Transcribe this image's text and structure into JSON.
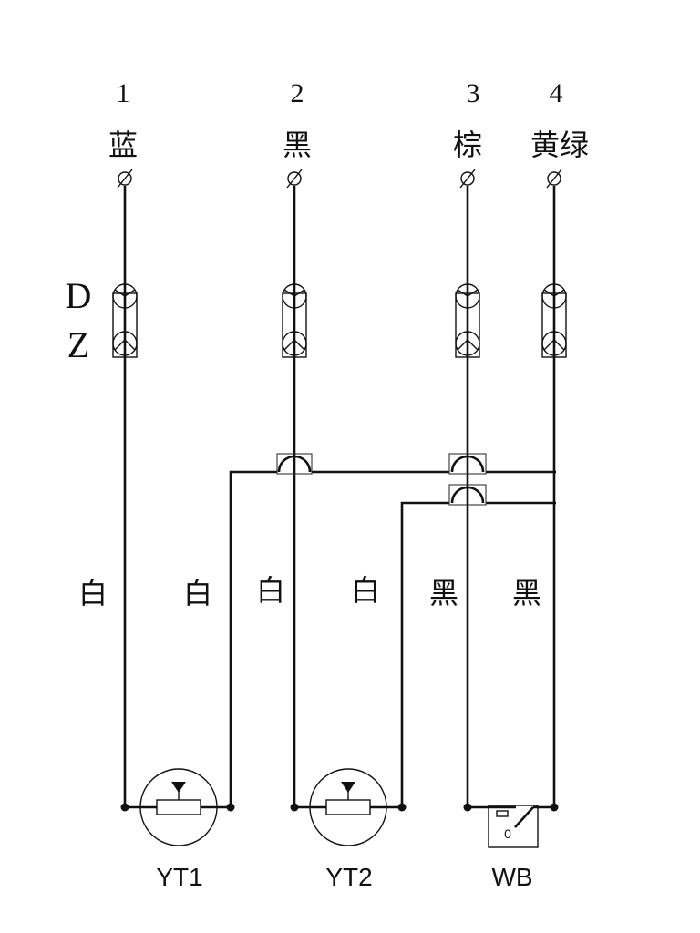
{
  "terminals": [
    {
      "number": "1",
      "color": "蓝"
    },
    {
      "number": "2",
      "color": "黑"
    },
    {
      "number": "3",
      "color": "棕"
    },
    {
      "number": "4",
      "color": "黄绿"
    }
  ],
  "connector_label_top": "D",
  "connector_label_bottom": "Z",
  "wire_colors": [
    "白",
    "白",
    "白",
    "白",
    "黑",
    "黑"
  ],
  "components": [
    {
      "id": "YT1",
      "label": "YT1"
    },
    {
      "id": "YT2",
      "label": "YT2"
    },
    {
      "id": "WB",
      "label": "WB",
      "switch_state": "0"
    }
  ]
}
